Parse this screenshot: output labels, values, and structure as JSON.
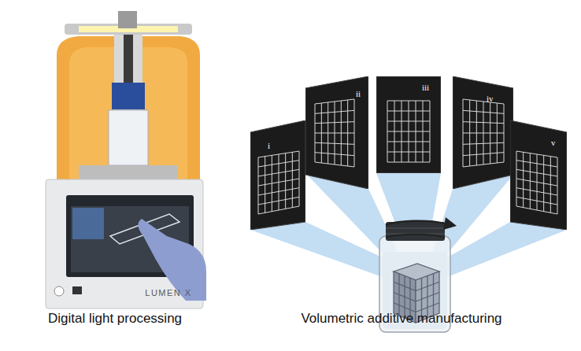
{
  "diagram": {
    "nodes": [
      {
        "text": [
          "i"
        ]
      },
      {
        "text": [
          "ii"
        ]
      },
      {
        "text": [
          "iii"
        ]
      },
      {
        "text": [
          "iv"
        ]
      },
      {
        "text": [
          "v"
        ]
      }
    ],
    "labels": [
      "LUMEN X",
      "Digital light processing",
      "Volumetric additive manufacturing"
    ]
  }
}
